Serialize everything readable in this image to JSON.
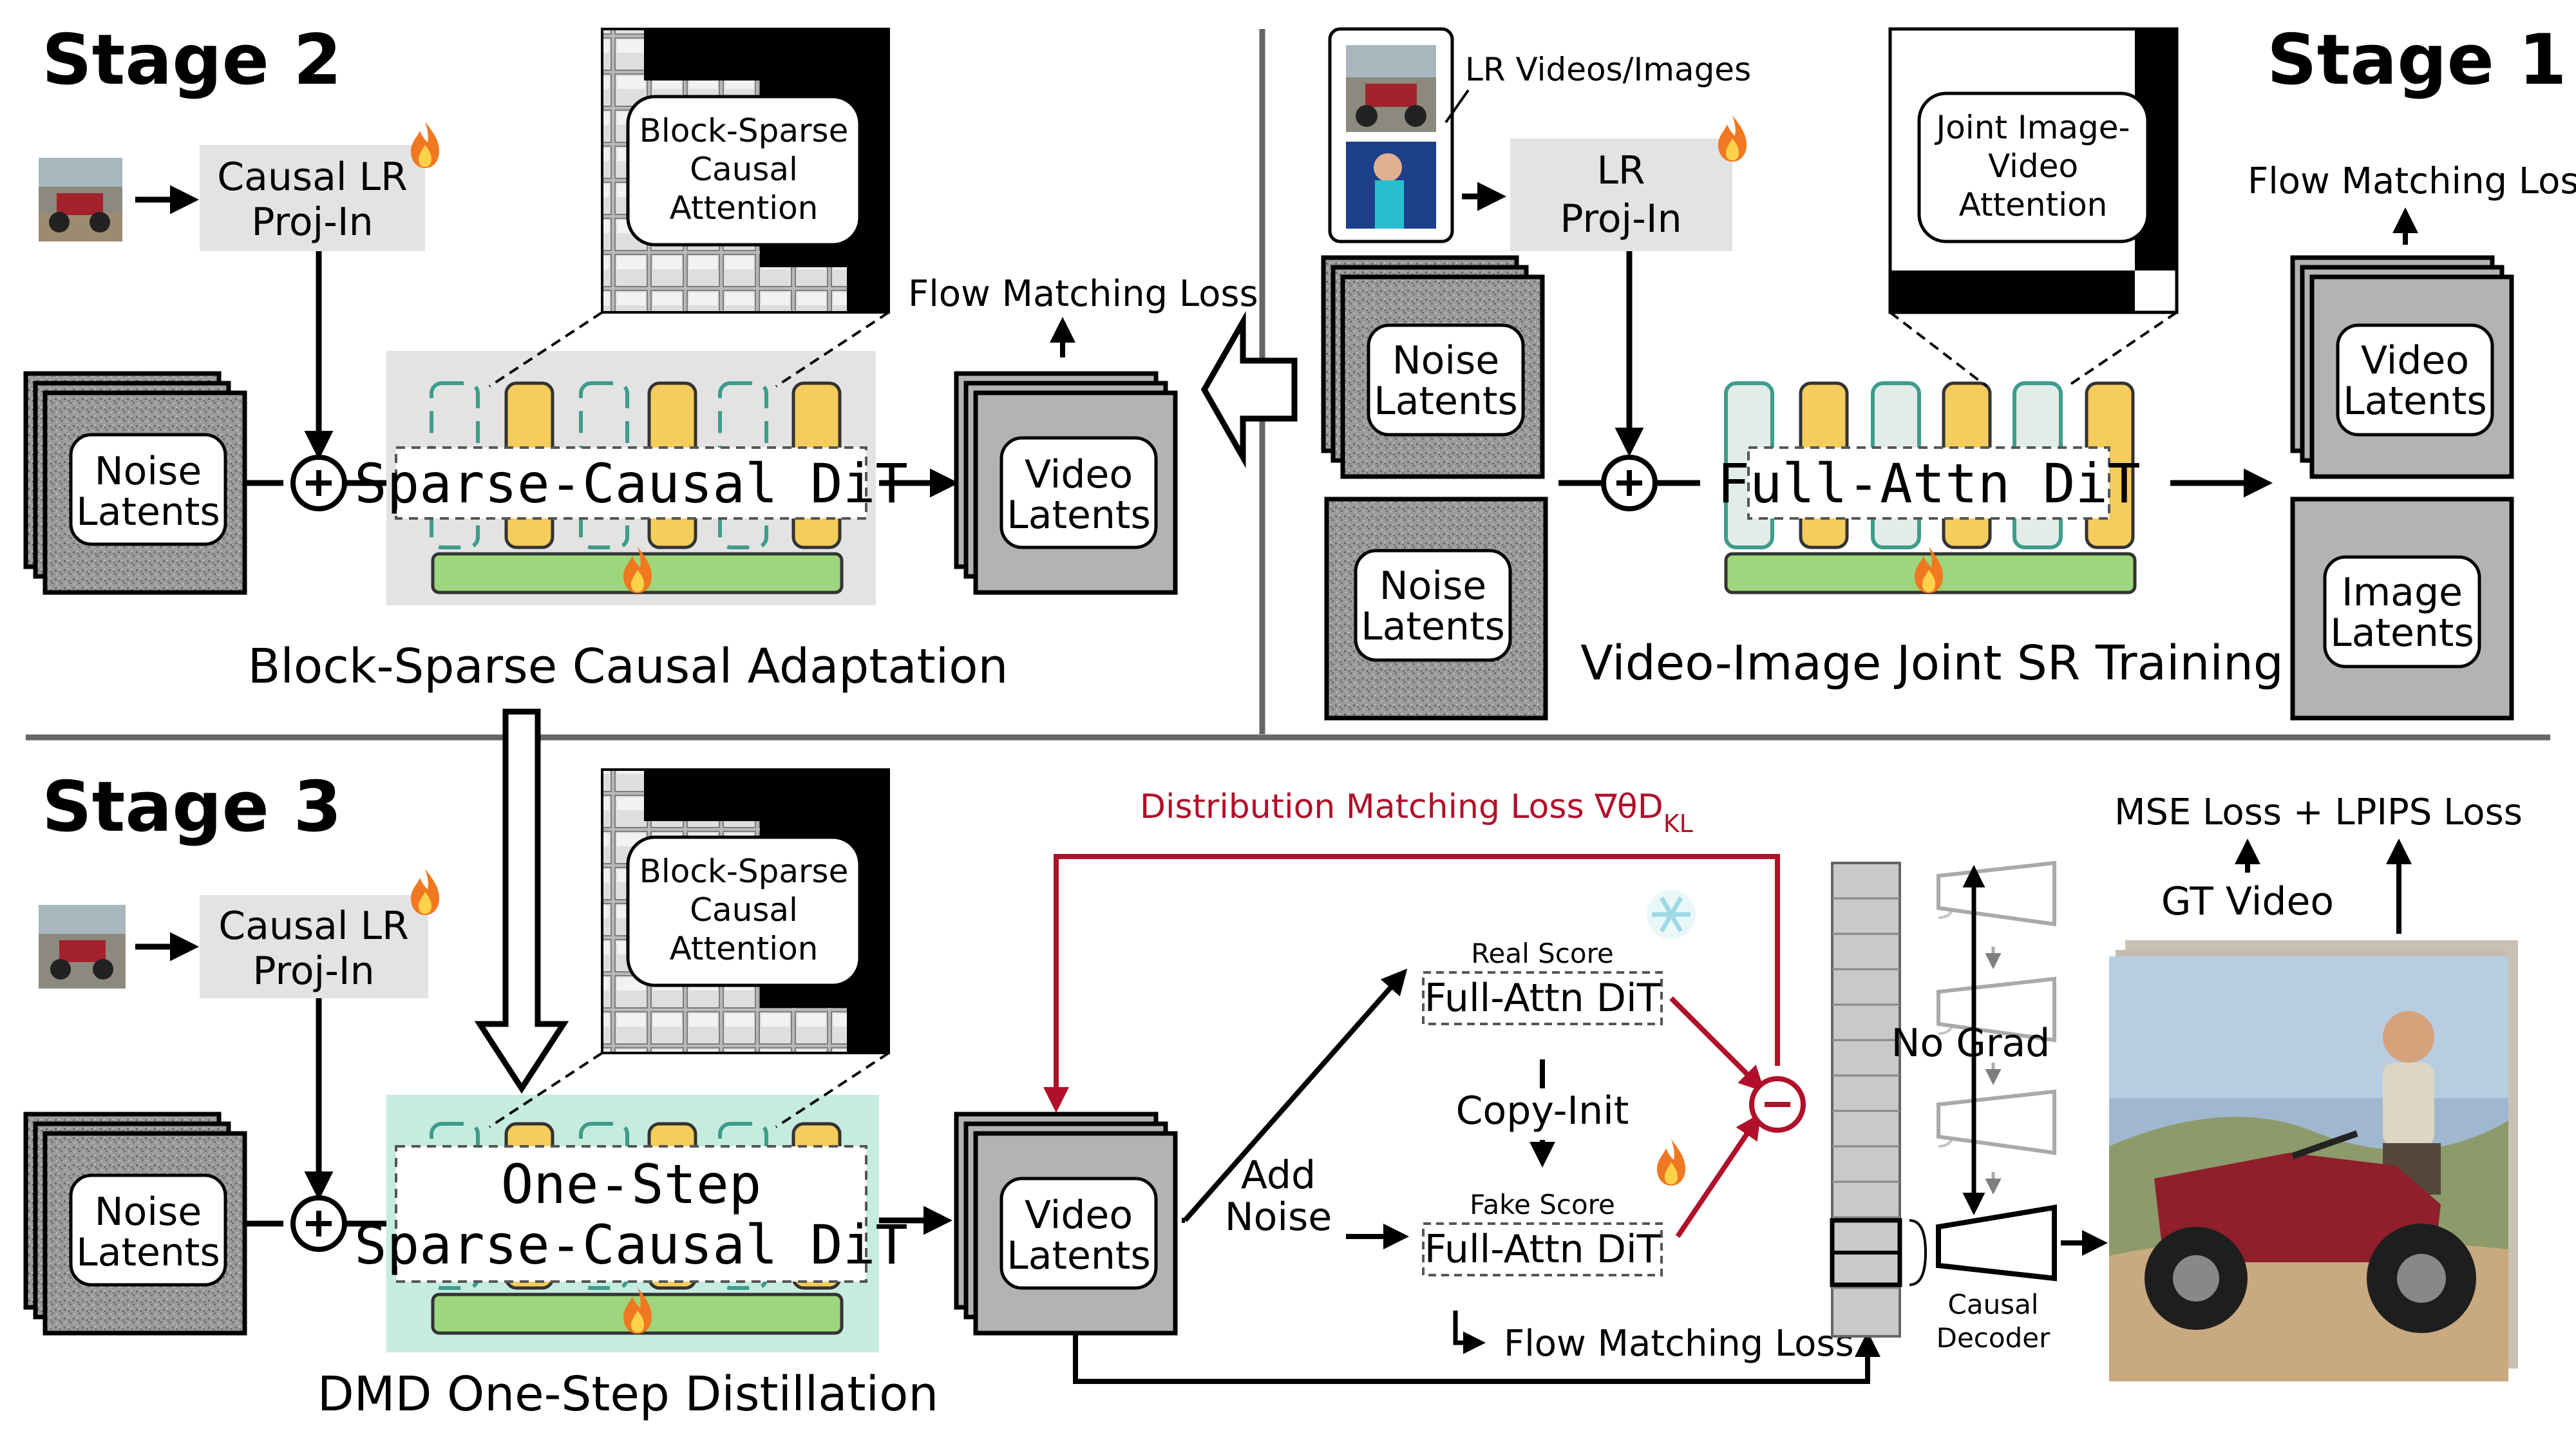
{
  "stages": {
    "stage1": "Stage 1",
    "stage2": "Stage 2",
    "stage3": "Stage 3"
  },
  "captions": {
    "stage1": "Video-Image Joint SR Training",
    "stage2": "Block-Sparse Causal Adaptation",
    "stage3": "DMD One-Step Distillation"
  },
  "labels": {
    "noise_latents": "Noise Latents",
    "video_latents": "Video Latents",
    "image_latents": "Image Latents",
    "causal_lr_proj_in": "Causal LR Proj-In",
    "lr_proj_in": "LR Proj-In",
    "lr_videos_images": "LR Videos/Images",
    "block_sparse_attention": "Block-Sparse Causal Attention",
    "joint_attention": "Joint Image-Video Attention",
    "sparse_causal_dit": "Sparse-Causal DiT",
    "full_attn_dit": "Full-Attn DiT",
    "one_step_line1": "One-Step",
    "one_step_line2": "Sparse-Causal DiT",
    "flow_matching_loss": "Flow Matching Loss",
    "distribution_matching_loss": "Distribution Matching Loss ∇θD",
    "distribution_matching_sub": "KL",
    "real_score": "Real Score",
    "fake_score": "Fake Score",
    "copy_init": "Copy-Init",
    "add_noise_1": "Add",
    "add_noise_2": "Noise",
    "no_grad": "No Grad",
    "causal_decoder_1": "Causal",
    "causal_decoder_2": "Decoder",
    "mse_lpips": "MSE Loss + LPIPS Loss",
    "gt_video": "GT Video"
  },
  "colors": {
    "yellow_block": "#f5cd5c",
    "teal_block": "#e2ece8",
    "teal_border": "#3e9c8c",
    "green_bar": "#9dd67c",
    "gray_panel": "#e3e3e3",
    "mint_panel": "#c6ecdf",
    "loss_red": "#b0102a",
    "fire": "#f07820"
  },
  "icons": [
    "fire-icon",
    "snowflake-icon",
    "minus-circle-icon",
    "plus-circle-icon"
  ]
}
